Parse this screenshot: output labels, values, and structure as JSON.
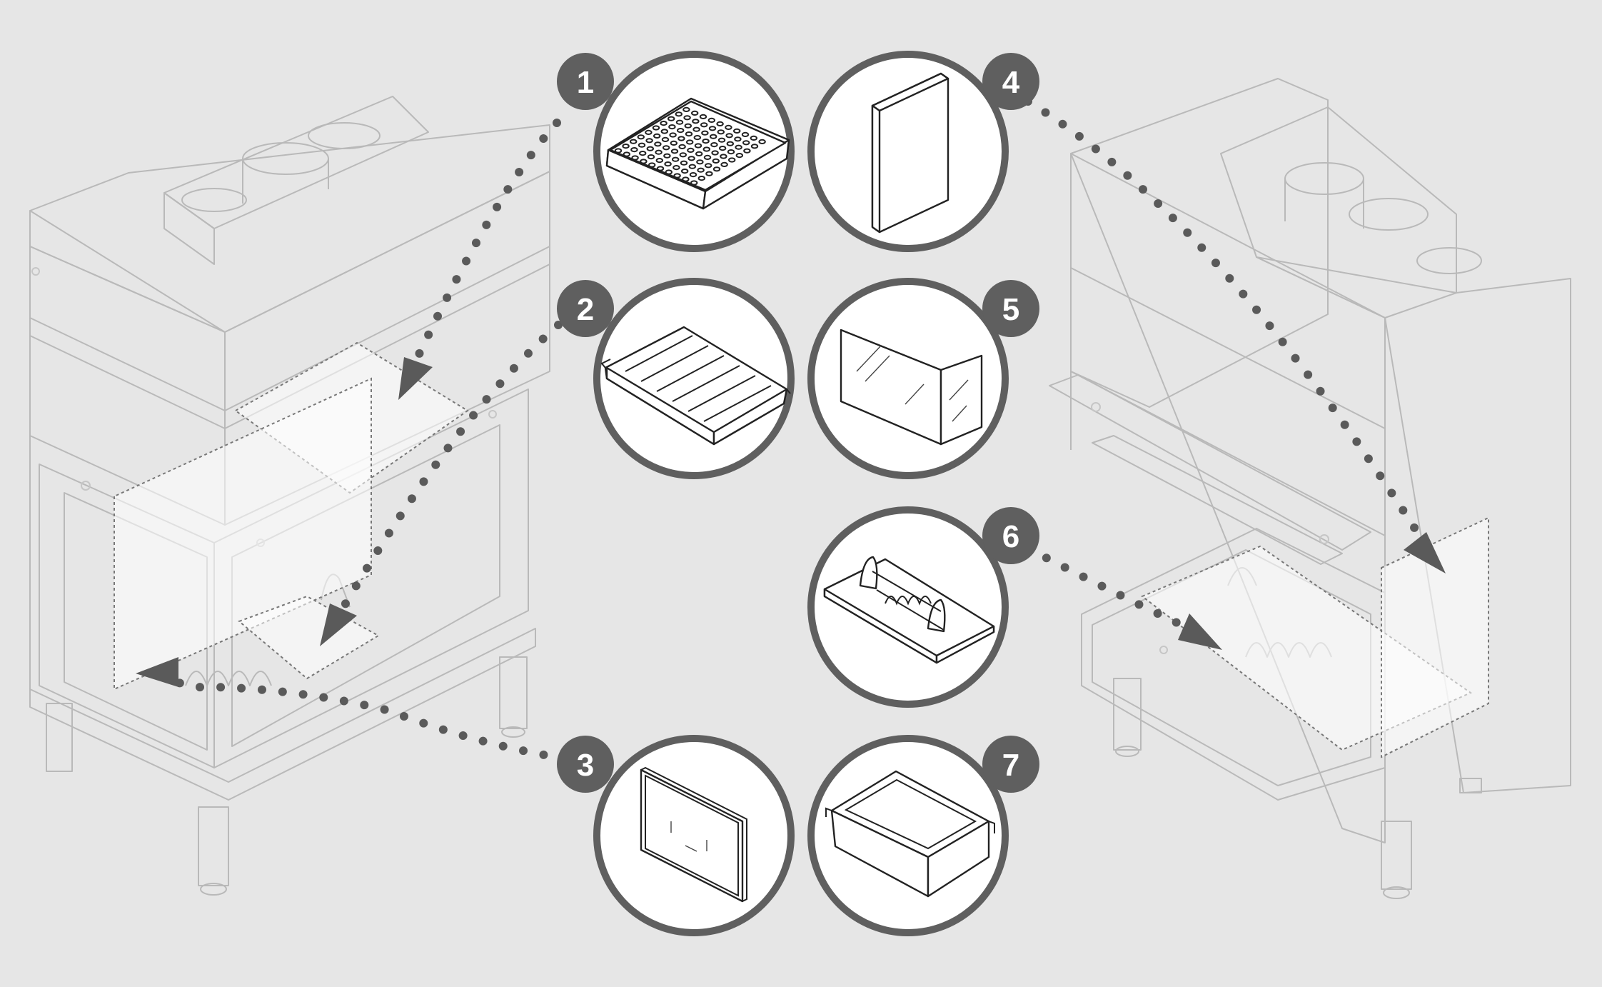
{
  "colors": {
    "background": "#e6e6e6",
    "ring": "#5f5f5f",
    "badge": "#5f5f5f",
    "badge_text": "#ffffff",
    "connector": "#5a5a5a",
    "fireplace_line": "#b9b9b9"
  },
  "parts": [
    {
      "number": "1",
      "icon": "perforated-plate-icon"
    },
    {
      "number": "2",
      "icon": "cast-iron-grate-icon"
    },
    {
      "number": "3",
      "icon": "door-frame-icon"
    },
    {
      "number": "4",
      "icon": "vertical-panel-icon"
    },
    {
      "number": "5",
      "icon": "corner-glass-icon"
    },
    {
      "number": "6",
      "icon": "log-holder-icon"
    },
    {
      "number": "7",
      "icon": "ash-pan-icon"
    }
  ]
}
